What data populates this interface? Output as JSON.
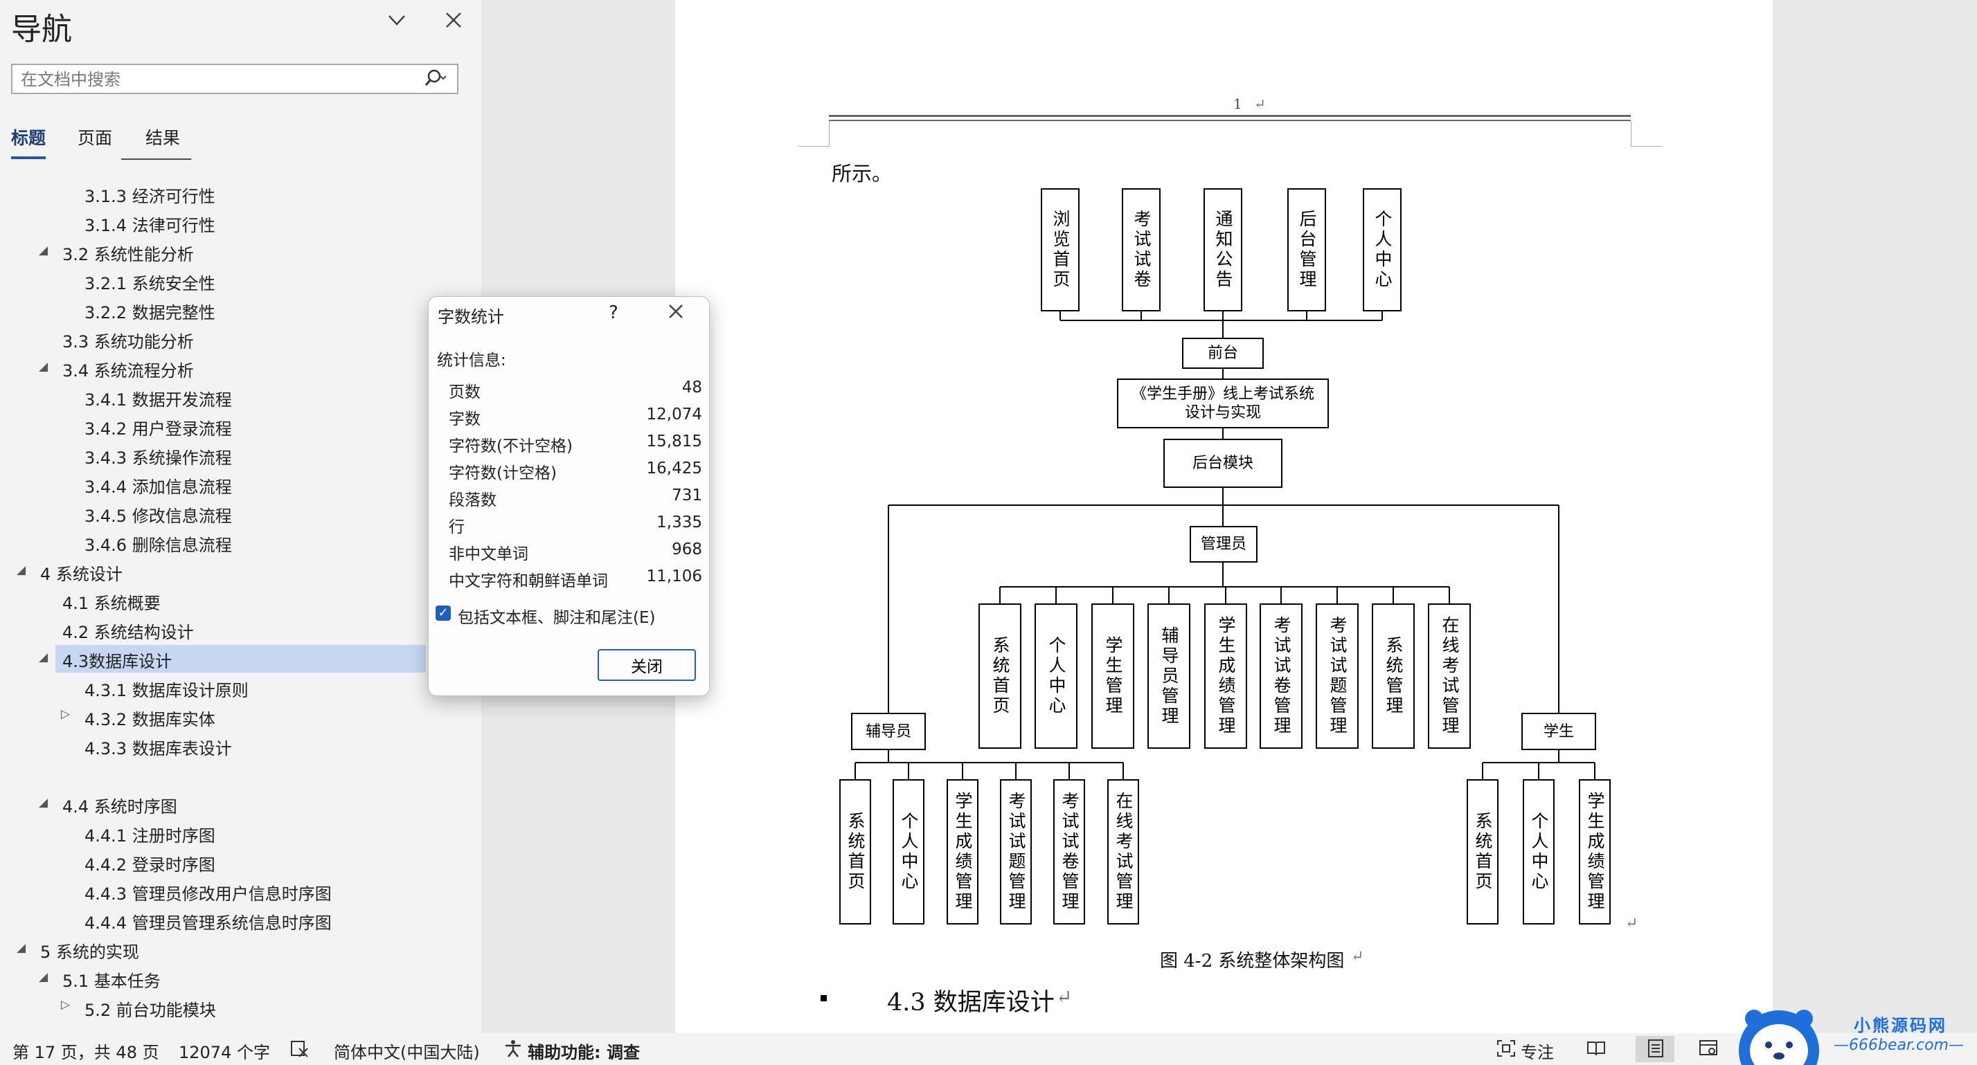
{
  "navigation": {
    "title": "导航",
    "search_placeholder": "在文档中搜索",
    "tabs": [
      "标题",
      "页面",
      "结果"
    ],
    "headings": [
      {
        "text": "3.1.3 经济可行性"
      },
      {
        "text": "3.1.4 法律可行性"
      },
      {
        "text": "3.2 系统性能分析"
      },
      {
        "text": "3.2.1 系统安全性"
      },
      {
        "text": "3.2.2 数据完整性"
      },
      {
        "text": "3.3 系统功能分析"
      },
      {
        "text": "3.4 系统流程分析"
      },
      {
        "text": "3.4.1 数据开发流程"
      },
      {
        "text": "3.4.2 用户登录流程"
      },
      {
        "text": "3.4.3 系统操作流程"
      },
      {
        "text": "3.4.4 添加信息流程"
      },
      {
        "text": "3.4.5 修改信息流程"
      },
      {
        "text": "3.4.6 删除信息流程"
      },
      {
        "text": "4 系统设计"
      },
      {
        "text": "4.1 系统概要"
      },
      {
        "text": "4.2 系统结构设计"
      },
      {
        "text": "4.3数据库设计"
      },
      {
        "text": "4.3.1 数据库设计原则"
      },
      {
        "text": "4.3.2 数据库实体"
      },
      {
        "text": "4.3.3 数据库表设计"
      },
      {
        "text": "4.4 系统时序图"
      },
      {
        "text": "4.4.1 注册时序图"
      },
      {
        "text": "4.4.2 登录时序图"
      },
      {
        "text": "4.4.3 管理员修改用户信息时序图"
      },
      {
        "text": "4.4.4 管理员管理系统信息时序图"
      },
      {
        "text": "5 系统的实现"
      },
      {
        "text": "5.1 基本任务"
      },
      {
        "text": "5.2 前台功能模块"
      }
    ]
  },
  "word_count_dialog": {
    "title": "字数统计",
    "help": "?",
    "section_label": "统计信息:",
    "stats": [
      {
        "label": "页数",
        "value": "48"
      },
      {
        "label": "字数",
        "value": "12,074"
      },
      {
        "label": "字符数(不计空格)",
        "value": "15,815"
      },
      {
        "label": "字符数(计空格)",
        "value": "16,425"
      },
      {
        "label": "段落数",
        "value": "731"
      },
      {
        "label": "行",
        "value": "1,335"
      },
      {
        "label": "非中文单词",
        "value": "968"
      },
      {
        "label": "中文字符和朝鲜语单词",
        "value": "11,106"
      }
    ],
    "checkbox_label": "包括文本框、脚注和尾注(E)",
    "checkbox_checked": true,
    "close_label": "关闭"
  },
  "document": {
    "header_page_number": "1",
    "text_fragment": "所示。",
    "diagram": {
      "top_items": [
        "浏览首页",
        "考试试卷",
        "通知公告",
        "后台管理",
        "个人中心"
      ],
      "frontend": "前台",
      "system_line1": "《学生手册》线上考试系统",
      "system_line2": "设计与实现",
      "backend": "后台模块",
      "admin": "管理员",
      "admin_items": [
        "系统首页",
        "个人中心",
        "学生管理",
        "辅导员管理",
        "学生成绩管理",
        "考试试卷管理",
        "考试试题管理",
        "系统管理",
        "在线考试管理"
      ],
      "counselor": "辅导员",
      "counselor_items": [
        "系统首页",
        "个人中心",
        "学生成绩管理",
        "考试试题管理",
        "考试试卷管理",
        "在线考试管理"
      ],
      "student": "学生",
      "student_items": [
        "系统首页",
        "个人中心",
        "学生成绩管理"
      ]
    },
    "caption": "图 4-2  系统整体架构图",
    "section_heading": "4.3 数据库设计"
  },
  "statusbar": {
    "page_info": "第 17 页，共 48 页",
    "word_count": "12074 个字",
    "language": "简体中文(中国大陆)",
    "accessibility": "辅助功能: 调查",
    "focus": "专注"
  },
  "watermark": {
    "site_name": "小熊源码网",
    "site_url": "—666bear.com—"
  }
}
